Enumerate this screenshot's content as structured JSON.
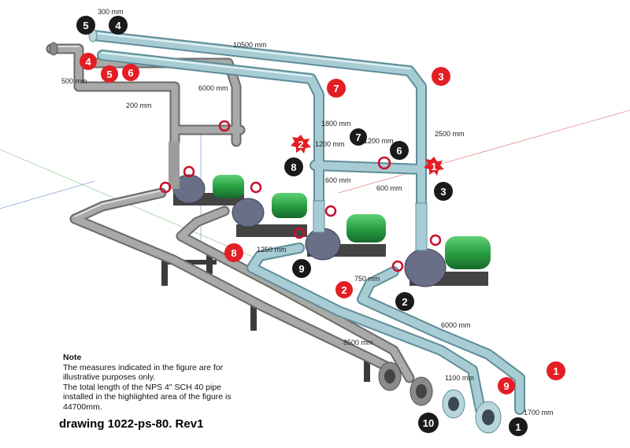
{
  "note": {
    "title": "Note",
    "lines": [
      "The measures indicated in the figure are for illustrative purposes only.",
      "The total length of the NPS 4\" SCH 40 pipe installed in the highlighted area of the figure is 44700mm."
    ]
  },
  "drawing_label": "drawing 1022-ps-80. Rev1",
  "colors": {
    "highlight_pipe": "#a8ccd4",
    "grey_pipe": "#9a9a9a",
    "motor": "#2fa84a",
    "pump": "#6a6f88",
    "valve_handle": "#c8102e",
    "red_badge": "#e31e24",
    "black_badge": "#1a1a1a"
  },
  "dimensions": [
    {
      "id": "d300",
      "text": "300 mm"
    },
    {
      "id": "d10500",
      "text": "10500 mm"
    },
    {
      "id": "d500",
      "text": "500 mm"
    },
    {
      "id": "d6000a",
      "text": "6000 mm"
    },
    {
      "id": "d200",
      "text": "200 mm"
    },
    {
      "id": "d1800",
      "text": "1800 mm"
    },
    {
      "id": "d1200a",
      "text": "1200 mm"
    },
    {
      "id": "d1200b",
      "text": "1200 mm"
    },
    {
      "id": "d2500",
      "text": "2500 mm"
    },
    {
      "id": "d600a",
      "text": "600 mm"
    },
    {
      "id": "d600b",
      "text": "600 mm"
    },
    {
      "id": "d1250",
      "text": "1250 mm"
    },
    {
      "id": "d750",
      "text": "750 mm"
    },
    {
      "id": "d6000b",
      "text": "6000 mm"
    },
    {
      "id": "d8500",
      "text": "8500 mm"
    },
    {
      "id": "d1100",
      "text": "1100 mm"
    },
    {
      "id": "d1700",
      "text": "1700 mm"
    }
  ],
  "badges": [
    {
      "id": "k5a",
      "text": "5",
      "style": "black"
    },
    {
      "id": "k4a",
      "text": "4",
      "style": "black"
    },
    {
      "id": "r4",
      "text": "4",
      "style": "red"
    },
    {
      "id": "r5",
      "text": "5",
      "style": "red"
    },
    {
      "id": "r6",
      "text": "6",
      "style": "red"
    },
    {
      "id": "r3",
      "text": "3",
      "style": "red"
    },
    {
      "id": "r7",
      "text": "7",
      "style": "red"
    },
    {
      "id": "r2a",
      "text": "2",
      "style": "red-star"
    },
    {
      "id": "k7",
      "text": "7",
      "style": "black"
    },
    {
      "id": "k6",
      "text": "6",
      "style": "black"
    },
    {
      "id": "k8",
      "text": "8",
      "style": "black"
    },
    {
      "id": "r1a",
      "text": "1",
      "style": "red-star"
    },
    {
      "id": "k3",
      "text": "3",
      "style": "black"
    },
    {
      "id": "r8",
      "text": "8",
      "style": "red"
    },
    {
      "id": "k9",
      "text": "9",
      "style": "black"
    },
    {
      "id": "r2b",
      "text": "2",
      "style": "red"
    },
    {
      "id": "k2",
      "text": "2",
      "style": "black"
    },
    {
      "id": "r1b",
      "text": "1",
      "style": "red"
    },
    {
      "id": "r9",
      "text": "9",
      "style": "red"
    },
    {
      "id": "k10",
      "text": "10",
      "style": "black"
    },
    {
      "id": "k1",
      "text": "1",
      "style": "black"
    }
  ]
}
